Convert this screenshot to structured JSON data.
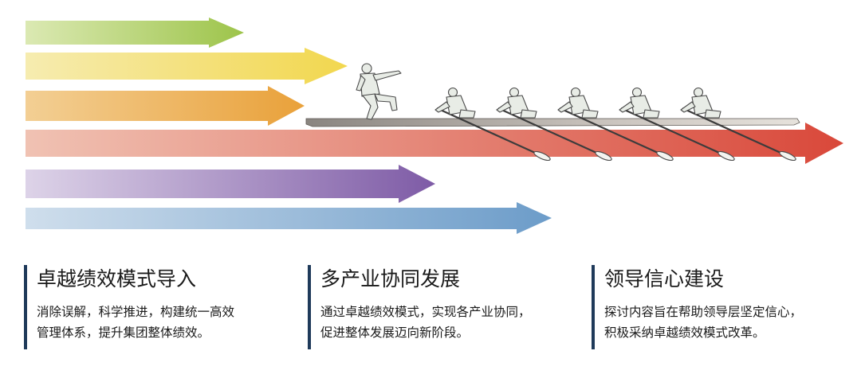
{
  "colors": {
    "green": "#9dc44a",
    "yellow": "#f2d74e",
    "orange": "#e9a13a",
    "red": "#d9483a",
    "purple": "#7e5ba6",
    "blue": "#6c9cc9",
    "divider": "#1f3a5a"
  },
  "illustration": {
    "icons": [
      "boat-icon",
      "coach-figure-icon",
      "rower-figure-icon",
      "oar-icon",
      "arrow-icon"
    ],
    "rower_count": 5
  },
  "sections": [
    {
      "title": "卓越绩效模式导入",
      "line1": "消除误解，科学推进，构建统一高效",
      "line2": "管理体系，提升集团整体绩效。"
    },
    {
      "title": "多产业协同发展",
      "line1": "通过卓越绩效模式，实现各产业协同，",
      "line2": "促进整体发展迈向新阶段。"
    },
    {
      "title": "领导信心建设",
      "line1": "探讨内容旨在帮助领导层坚定信心，",
      "line2": "积极采纳卓越绩效模式改革。"
    }
  ]
}
